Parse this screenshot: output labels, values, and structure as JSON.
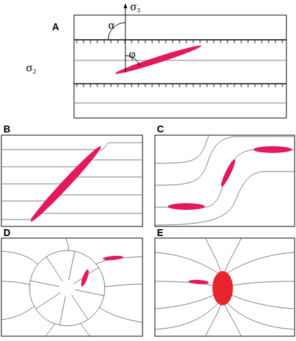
{
  "diagram": {
    "labels": [
      "A",
      "σ₃",
      "α",
      "φ",
      "σ₂",
      "B",
      "C",
      "D",
      "E"
    ]
  }
}
